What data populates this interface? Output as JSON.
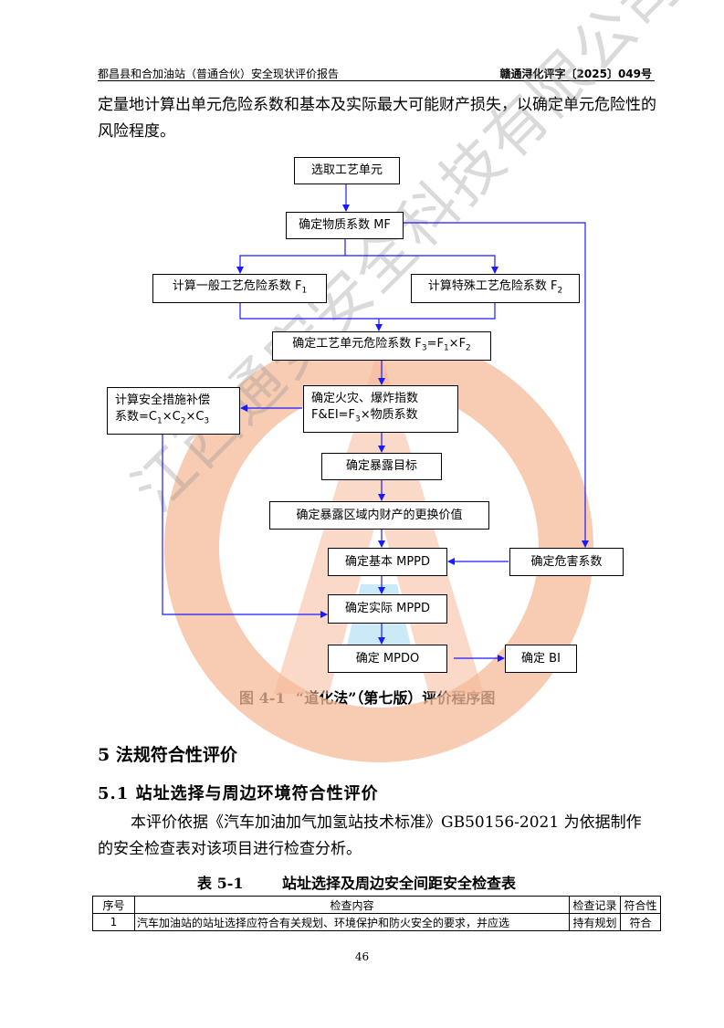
{
  "header": {
    "left": "都昌县和合加油站（普通合伙）安全现状评价报告",
    "right": "赣通浔化评字〔2025〕049号"
  },
  "intro_paragraph": "定量地计算出单元危险系数和基本及实际最大可能财产损失，以确定单元危险性的风险程度。",
  "flowchart": {
    "select_unit": "选取工艺单元",
    "determine_mf": "确定物质系数 MF",
    "calc_f1": "计算一般工艺危险系数 F",
    "calc_f1_sub": "1",
    "calc_f2": "计算特殊工艺危险系数 F",
    "calc_f2_sub": "2",
    "f3_pre": "确定工艺单元危险系数 F",
    "f3_sub": "3",
    "f3_eq": "=F",
    "f3_sub1": "1",
    "f3_times": "×F",
    "f3_sub2": "2",
    "safety_line1": "计算安全措施补偿",
    "safety_line2_pre": "系数=C",
    "safety_c1": "1",
    "safety_x1": "×C",
    "safety_c2": "2",
    "safety_x2": "×C",
    "safety_c3": "3",
    "fei_line1": "确定火灾、爆炸指数",
    "fei_line2_pre": "F&EI=F",
    "fei_sub": "3",
    "fei_line2_post": "×物质系数",
    "exposure_target": "确定暴露目标",
    "replacement_value": "确定暴露区域内财产的更换价值",
    "base_mppd": "确定基本 MPPD",
    "damage_factor": "确定危害系数",
    "actual_mppd": "确定实际 MPPD",
    "mpdo": "确定 MPDO",
    "bi": "确定 BI"
  },
  "figure_caption": {
    "number": "图 4-1",
    "title": "“道化法”（第七版）评价程序图"
  },
  "section_heading": "5 法规符合性评价",
  "subsection_heading": "5.1 站址选择与周边环境符合性评价",
  "paragraph_2": "本评价依据《汽车加油加气加氢站技术标准》GB50156-2021 为依据制作的安全检查表对该项目进行检查分析。",
  "table_caption": {
    "number": "表 5-1",
    "title": "站址选择及周边安全间距安全检查表"
  },
  "table": {
    "headers": [
      "序号",
      "检查内容",
      "检查记录",
      "符合性"
    ],
    "rows": [
      [
        "1",
        "汽车加油站的站址选择应符合有关规划、环境保护和防火安全的要求，并应选",
        "持有规划",
        "符合"
      ]
    ]
  },
  "page_number": "46",
  "watermark_text": "江西通安安全科技有限公司",
  "colors": {
    "arrow": "#1a1aff",
    "watermark_orange": "#f5b99a",
    "watermark_blue": "#bfe3f5"
  }
}
